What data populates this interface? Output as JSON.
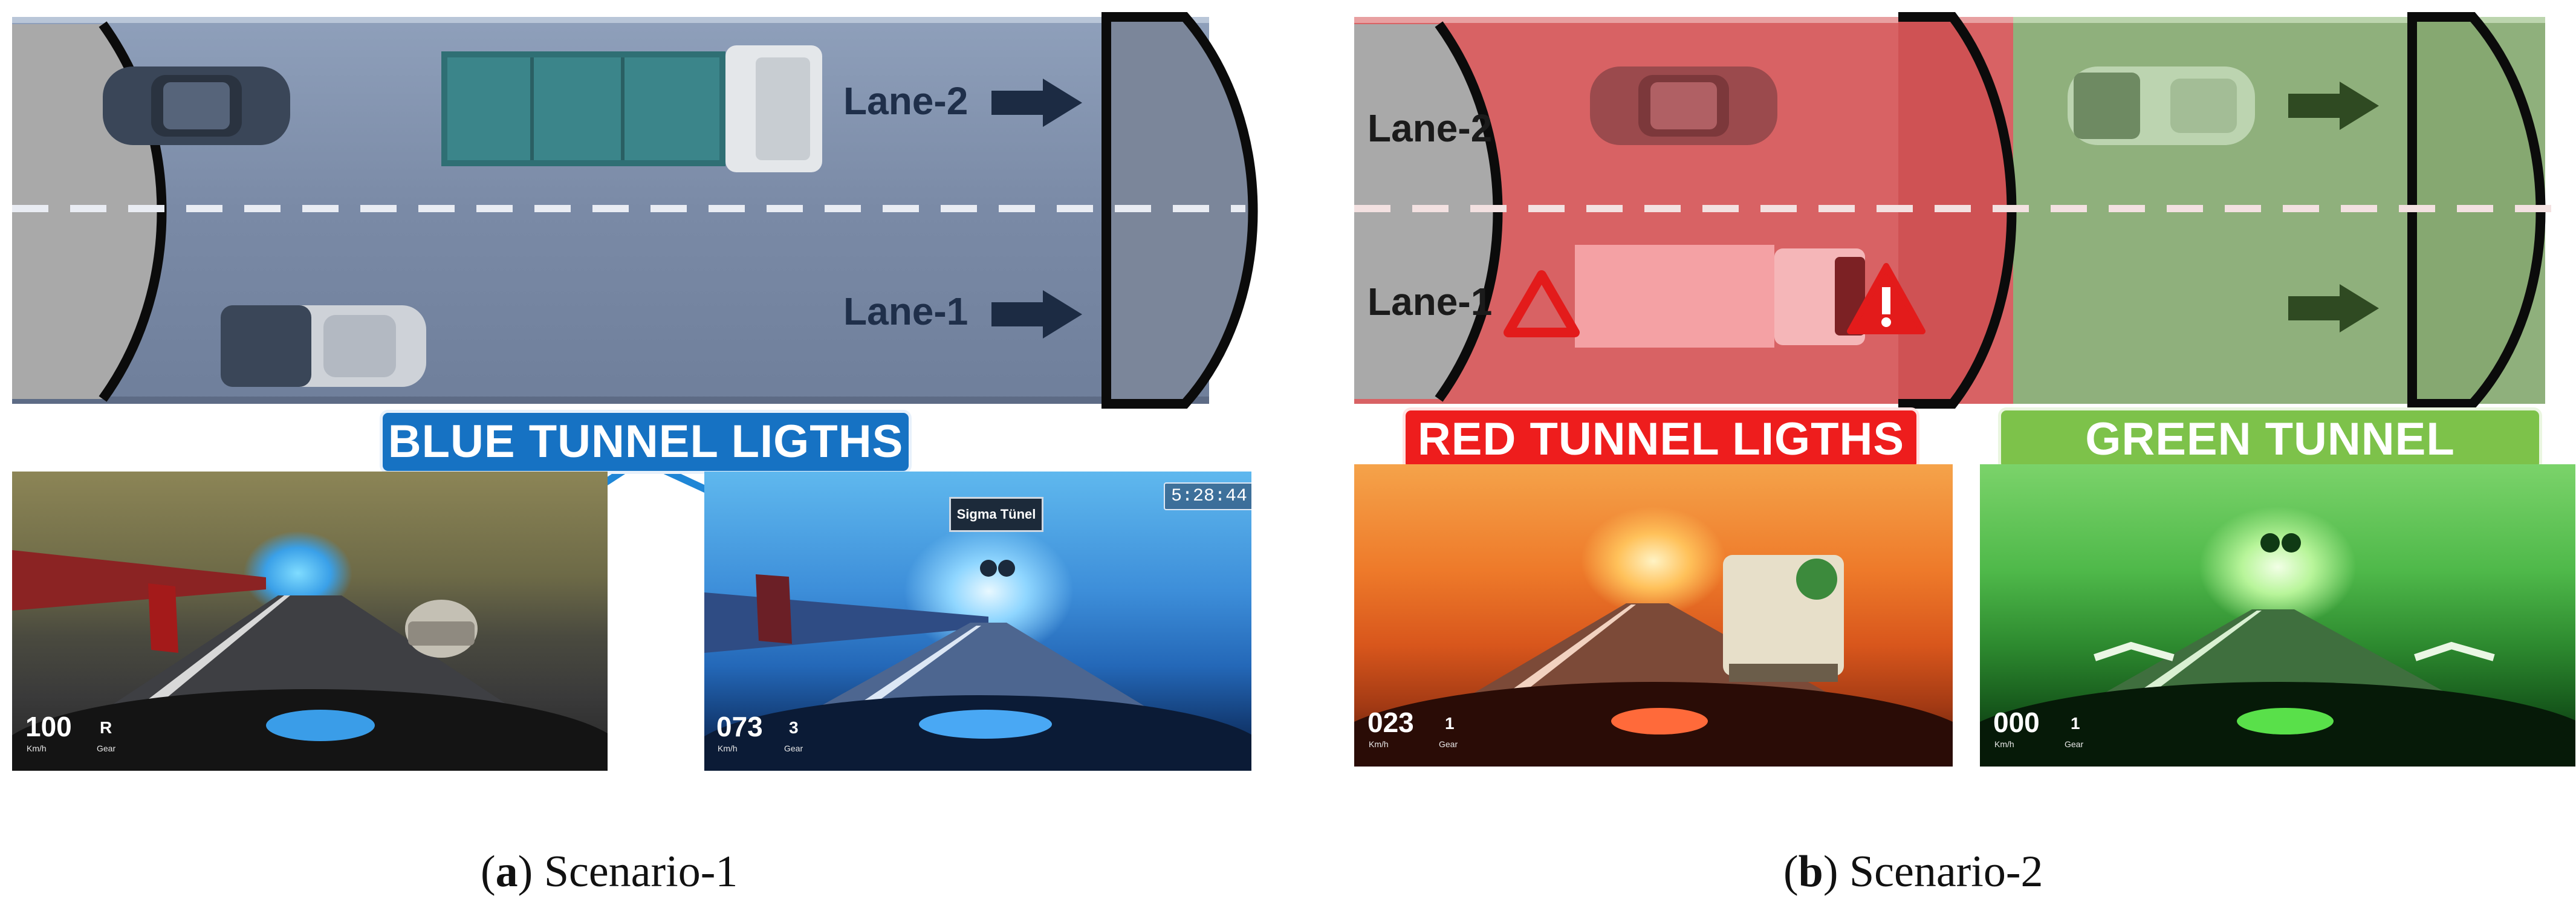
{
  "scenario1": {
    "lane2_label": "Lane-2",
    "lane1_label": "Lane-1",
    "banner": "BLUE TUNNEL LIGTHS",
    "banner_color": "#1672c3",
    "tunnel_color": "#7a8aa6",
    "shot_left": {
      "speed": "100",
      "gear": "R",
      "unit": "Km/h",
      "gear_label": "Gear"
    },
    "shot_right": {
      "speed": "073",
      "gear": "3",
      "unit": "Km/h",
      "gear_label": "Gear",
      "clock": "5:28:44",
      "sign": "Sigma Tünel"
    },
    "caption_letter": "a",
    "caption_text": "Scenario-1"
  },
  "scenario2": {
    "lane2_label": "Lane-2",
    "lane1_label": "Lane-1",
    "banner_red": "RED TUNNEL LIGTHS",
    "banner_red_color": "#ee1d1d",
    "banner_green": "GREEN TUNNEL LIGTHS",
    "banner_green_color": "#7dc24a",
    "red_zone_color": "#d86264",
    "green_zone_color": "#8fb07c",
    "shot_left": {
      "speed": "023",
      "gear": "1",
      "unit": "Km/h",
      "gear_label": "Gear"
    },
    "shot_right": {
      "speed": "000",
      "gear": "1",
      "unit": "Km/h",
      "gear_label": "Gear"
    },
    "caption_letter": "b",
    "caption_text": "Scenario-2"
  },
  "icons": {
    "direction_arrow": "arrow-right-icon",
    "warning_triangle": "warning-triangle-icon",
    "alert_triangle": "exclamation-warning-icon"
  }
}
